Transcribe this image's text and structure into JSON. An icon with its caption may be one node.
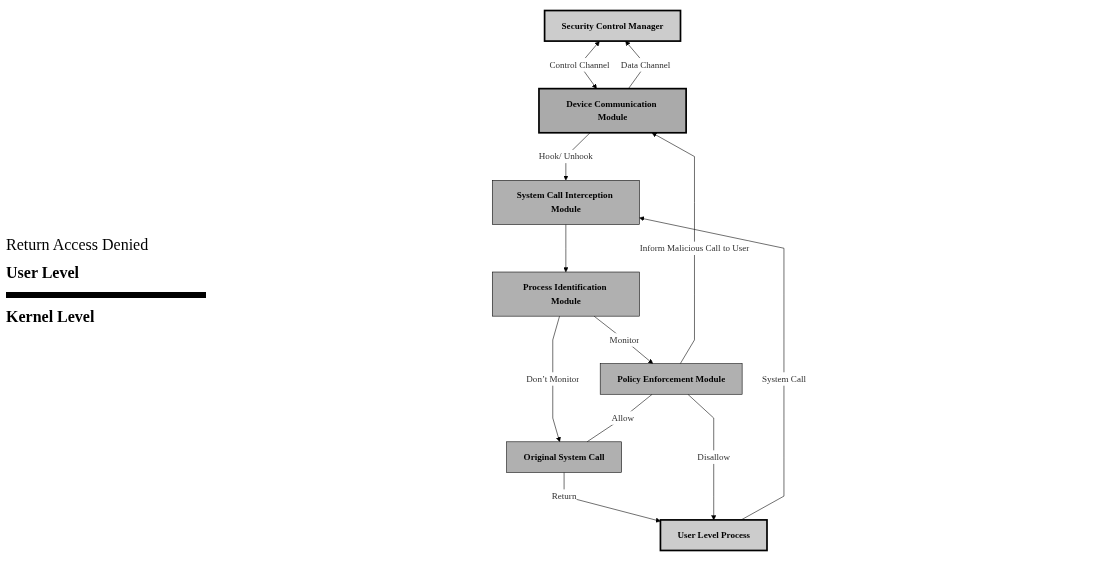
{
  "diagram": {
    "nodes": [
      {
        "text": [
          "Security Control Manager"
        ]
      },
      {
        "text": [
          "User Level Process"
        ]
      },
      {
        "text": [
          "System Call Interception Module"
        ]
      },
      {
        "text": [
          "Process Identification Module"
        ]
      },
      {
        "text": [
          "Original System Call"
        ]
      },
      {
        "text": [
          "Device Communication Module"
        ]
      },
      {
        "text": [
          "Policy Enforcement Module"
        ]
      }
    ],
    "edges": [
      {
        "from": 0,
        "to": 5,
        "arrow": "both",
        "label": "Control Channel"
      },
      {
        "from": 5,
        "to": 0,
        "arrow": "to",
        "label": "Data Channel"
      },
      {
        "from": 1,
        "to": 2,
        "arrow": "to",
        "label": "System Call"
      },
      {
        "from": 2,
        "to": 3,
        "arrow": "to"
      },
      {
        "from": 3,
        "to": 4,
        "arrow": "to",
        "label": "Don’t Monitor"
      },
      {
        "from": 3,
        "to": 6,
        "arrow": "to",
        "label": "Monitor"
      },
      {
        "from": 5,
        "to": 2,
        "arrow": "to",
        "label": "Hook/ Unhook"
      },
      {
        "from": 6,
        "to": 5,
        "arrow": "to",
        "label": "Inform Malicious Call to User"
      },
      {
        "from": 6,
        "to": 4,
        "arrow": "none",
        "label": "Allow"
      },
      {
        "from": 4,
        "to": 1,
        "arrow": "to",
        "label": "Return"
      },
      {
        "from": 6,
        "to": 1,
        "arrow": "to",
        "label": "Disallow"
      }
    ],
    "labels": [
      "Return Access Denied",
      "User Level",
      "Kernel Level"
    ]
  }
}
